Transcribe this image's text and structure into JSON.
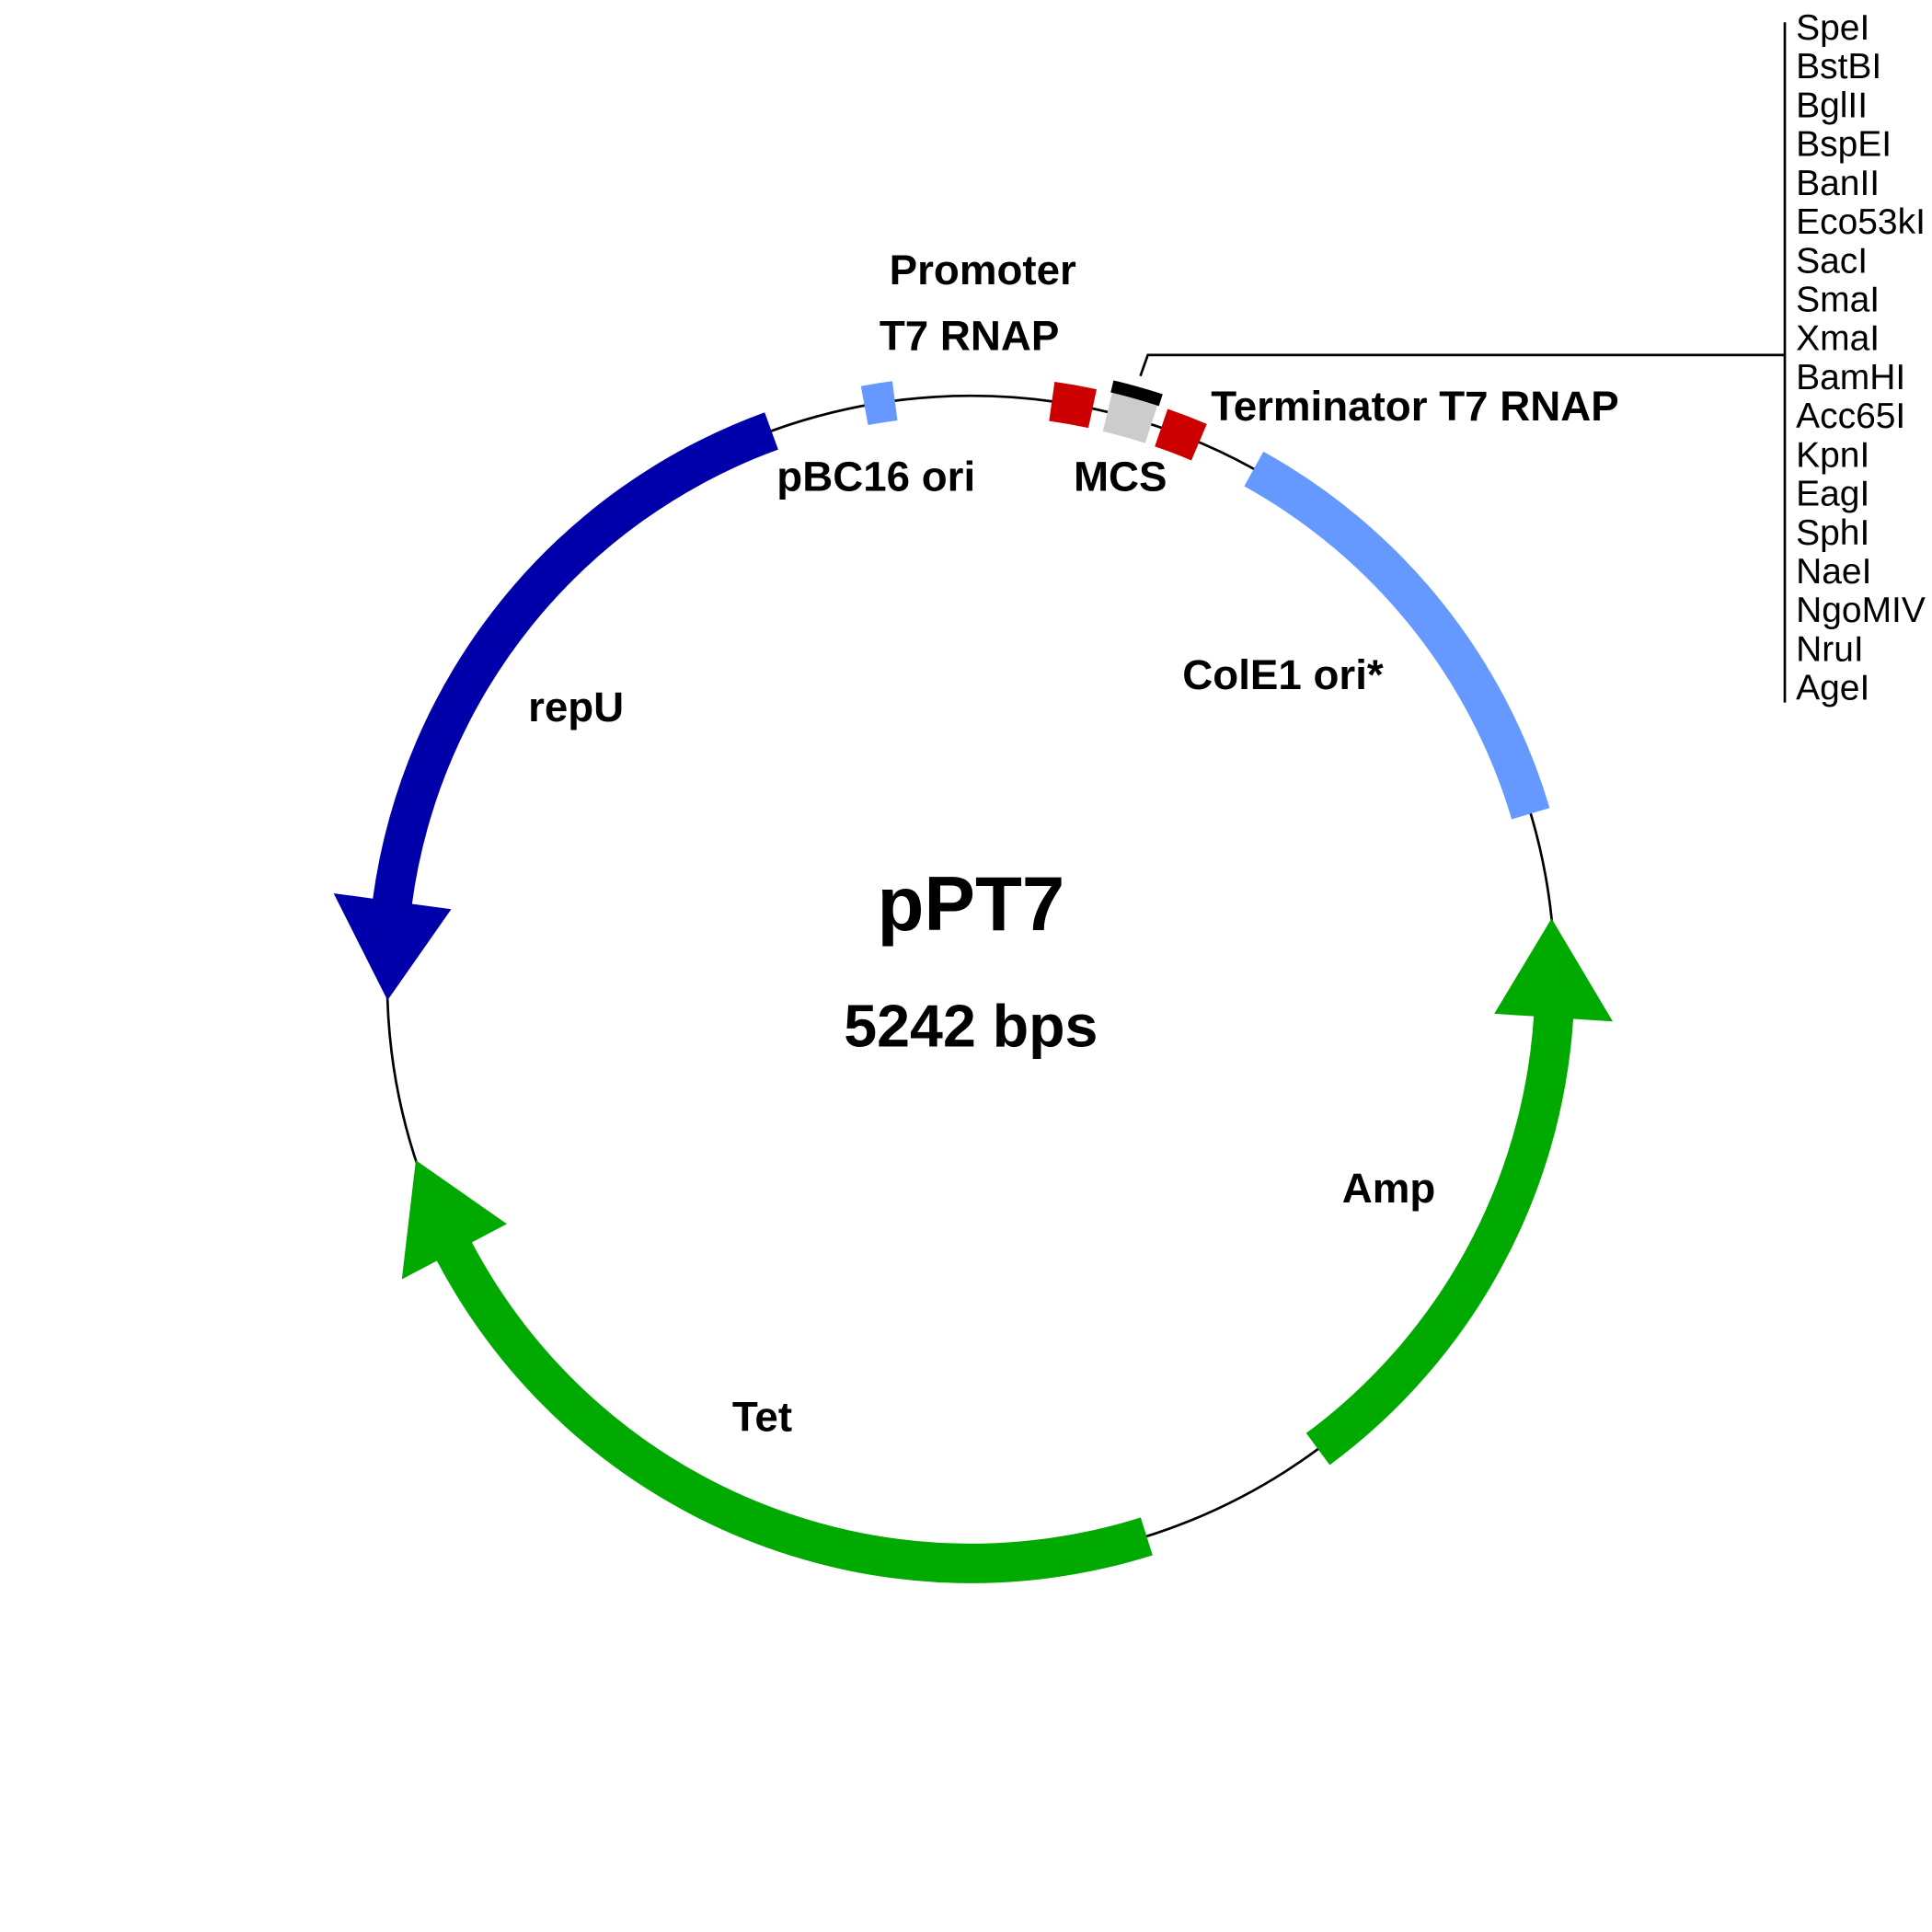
{
  "plasmid": {
    "name": "pPT7",
    "size_label": "5242 bps",
    "length_bp": 5242
  },
  "features": [
    {
      "name": "pBC16 ori",
      "start": 5089,
      "end": 5133,
      "strand": 0,
      "color": "#6699FF"
    },
    {
      "name": "repU",
      "start": 3902,
      "end": 4951,
      "strand": -1,
      "color": "#0000AA"
    },
    {
      "name": "Promoter T7 RNAP",
      "start": 116,
      "end": 175,
      "strand": 0,
      "color": "#CC0000"
    },
    {
      "name": "MCS",
      "start": 197,
      "end": 262,
      "strand": 0,
      "color": "#CCCCCC"
    },
    {
      "name": "Terminator T7 RNAP",
      "start": 277,
      "end": 335,
      "strand": 0,
      "color": "#CC0000"
    },
    {
      "name": "ColE1 ori*",
      "start": 422,
      "end": 1070,
      "strand": 0,
      "color": "#6699FF"
    },
    {
      "name": "Amp",
      "start": 1223,
      "end": 2090,
      "strand": -1,
      "color": "#00AA00"
    },
    {
      "name": "Tet",
      "start": 2366,
      "end": 3669,
      "strand": 1,
      "color": "#00AA00"
    }
  ],
  "labels": {
    "promoter_line1": "Promoter",
    "promoter_line2": "T7 RNAP",
    "pbc16": "pBC16 ori",
    "mcs": "MCS",
    "terminator": "Terminator T7 RNAP",
    "cole1": "ColE1 ori*",
    "repu": "repU",
    "amp": "Amp",
    "tet": "Tet"
  },
  "enzymes": [
    "SpeI",
    "BstBI",
    "BglII",
    "BspEI",
    "BanII",
    "Eco53kI",
    "SacI",
    "SmaI",
    "XmaI",
    "BamHI",
    "Acc65I",
    "KpnI",
    "EagI",
    "SphI",
    "NaeI",
    "NgoMIV",
    "NruI",
    "AgeI"
  ]
}
